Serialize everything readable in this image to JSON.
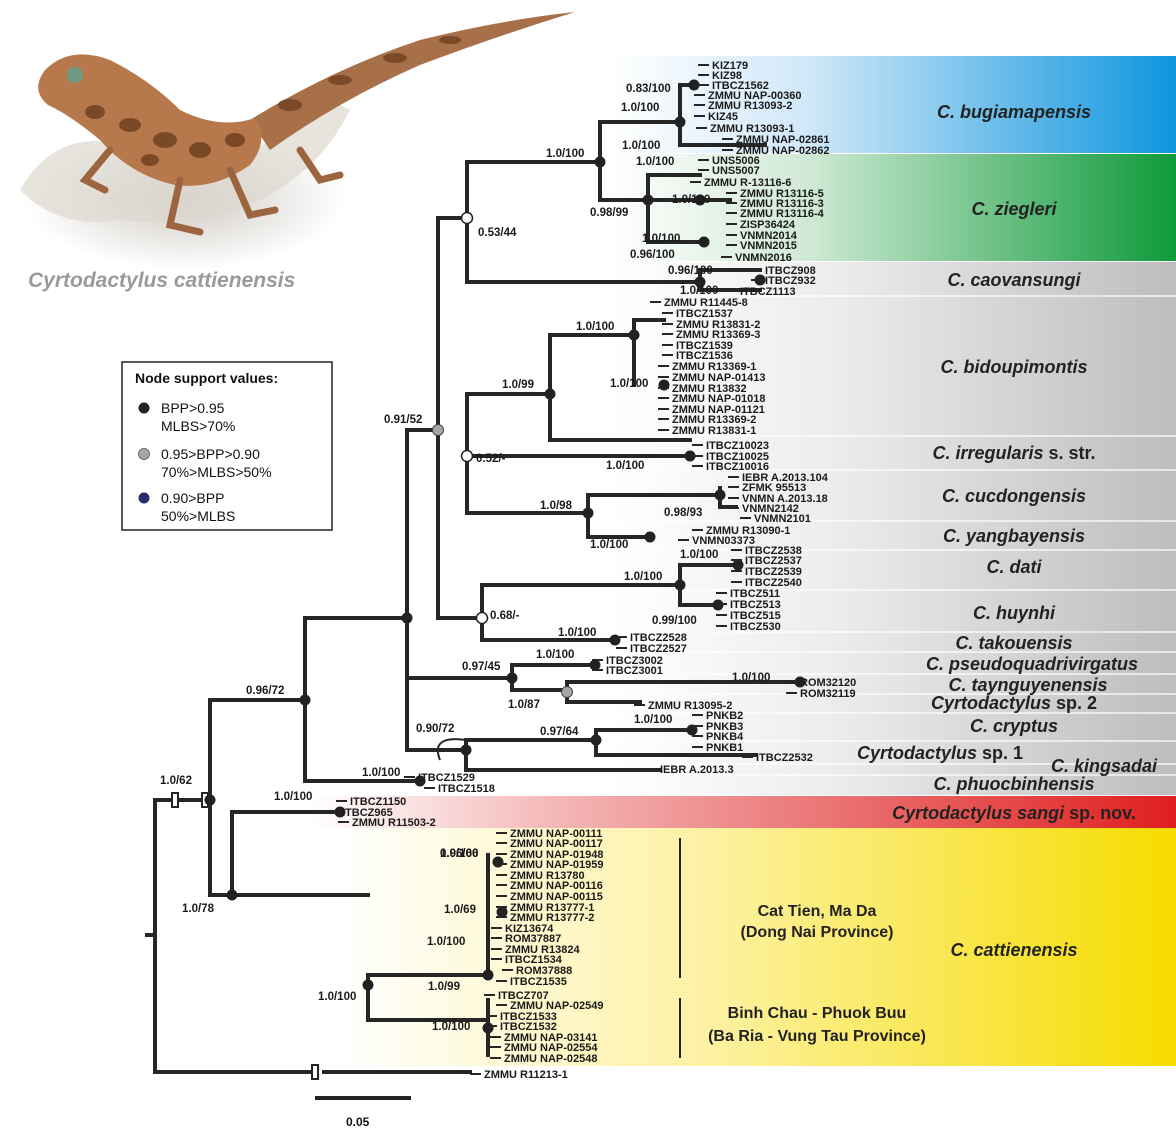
{
  "photo": {
    "caption": "Cyrtodactylus cattienensis"
  },
  "legend": {
    "title": "Node support values:",
    "items": [
      {
        "line1": "BPP>0.95",
        "line2": "MLBS>70%",
        "color": "#222222"
      },
      {
        "line1": "0.95>BPP>0.90",
        "line2": "70%>MLBS>50%",
        "color": "#a6a6a6"
      },
      {
        "line1": "0.90>BPP",
        "line2": "50%>MLBS",
        "color": "#2a2a6e"
      }
    ]
  },
  "scale_bar": {
    "label": "0.05"
  },
  "clades": [
    {
      "name": "C. bugiamapensis",
      "color": "#1a9be0"
    },
    {
      "name": "C. ziegleri",
      "color": "#1e9a3c"
    },
    {
      "name": "C. caovansungi",
      "color": "#c0c0c0"
    },
    {
      "name": "C. bidoupimontis",
      "color": "#b3b3b3"
    },
    {
      "name": "C. irregularis",
      "suffix": " s. str.",
      "color": "#c0c0c0"
    },
    {
      "name": "C. cucdongensis",
      "color": "#c0c0c0"
    },
    {
      "name": "C. yangbayensis",
      "color": "#c0c0c0"
    },
    {
      "name": "C. dati",
      "color": "#c0c0c0"
    },
    {
      "name": "C. huynhi",
      "color": "#c0c0c0"
    },
    {
      "name": "C. takouensis",
      "color": "#c0c0c0"
    },
    {
      "name": "C. pseudoquadrivirgatus",
      "color": "#c0c0c0"
    },
    {
      "name": "C. taynguyenensis",
      "color": "#c0c0c0"
    },
    {
      "name": "Cyrtodactylus",
      "suffix": " sp. 2",
      "color": "#c0c0c0"
    },
    {
      "name": "C. cryptus",
      "color": "#c0c0c0"
    },
    {
      "name": "Cyrtodactylus",
      "suffix": " sp. 1",
      "color": "#c0c0c0"
    },
    {
      "name": "C. kingsadai",
      "color": "#c0c0c0"
    },
    {
      "name": "C. phuocbinhensis",
      "color": "#c0c0c0"
    },
    {
      "name": "Cyrtodactylus sangi",
      "suffix": " sp. nov.",
      "color": "#e02a2a"
    },
    {
      "name": "C. cattienensis",
      "color": "#f5de00"
    }
  ],
  "localities": [
    {
      "line1": "Cat Tien, Ma Da",
      "line2": "(Dong Nai Province)"
    },
    {
      "line1": "Binh Chau - Phuok Buu",
      "line2": "(Ba Ria - Vung Tau Province)"
    }
  ],
  "support_values": [
    "0.83/100",
    "1.0/100",
    "1.0/100",
    "1.0/100",
    "1.0/100",
    "0.98/99",
    "1.0/100",
    "0.96/100",
    "0.53/44",
    "0.96/100",
    "1.0/100",
    "1.0/100",
    "1.0/100",
    "1.0/99",
    "0.52/-",
    "1.0/100",
    "0.91/52",
    "1.0/100",
    "1.0/98",
    "0.98/93",
    "1.0/100",
    "1.0/100",
    "1.0/100",
    "0.68/-",
    "0.99/100",
    "1.0/100",
    "0.97/45",
    "1.0/100",
    "1.0/87",
    "1.0/100",
    "0.90/72",
    "0.97/64",
    "1.0/100",
    "1.0/100",
    "0.96/72",
    "1.0/62",
    "1.0/100",
    "1.0/100",
    "0.96/66",
    "1.0/69",
    "1.0/100",
    "1.0/78",
    "1.0/100",
    "1.0/99",
    "1.0/100"
  ],
  "tips": {
    "bugiamapensis": [
      "KIZ179",
      "KIZ98",
      "ITBCZ1562",
      "ZMMU NAP-00360",
      "ZMMU R13093-2",
      "KIZ45",
      "ZMMU R13093-1",
      "ZMMU NAP-02861",
      "ZMMU NAP-02862"
    ],
    "ziegleri": [
      "UNS5006",
      "UNS5007",
      "ZMMU R-13116-6",
      "ZMMU R13116-5",
      "ZMMU R13116-3",
      "ZMMU R13116-4",
      "ZISP36424",
      "VNMN2014",
      "VNMN2015",
      "VNMN2016"
    ],
    "caovansungi": [
      "ITBCZ908",
      "ITBCZ932",
      "ITBCZ1113"
    ],
    "bidoupimontis": [
      "ZMMU R11445-8",
      "ITBCZ1537",
      "ZMMU R13831-2",
      "ZMMU R13369-3",
      "ITBCZ1539",
      "ITBCZ1536",
      "ZMMU R13369-1",
      "ZMMU NAP-01413",
      "ZMMU R13832",
      "ZMMU NAP-01018",
      "ZMMU NAP-01121",
      "ZMMU R13369-2",
      "ZMMU R13831-1"
    ],
    "irregularis": [
      "ITBCZ10023",
      "ITBCZ10025",
      "ITBCZ10016"
    ],
    "cucdongensis": [
      "IEBR A.2013.104",
      "ZFMK 95513",
      "VNMN A.2013.18",
      "VNMN2142",
      "VNMN2101"
    ],
    "yangbayensis": [
      "ZMMU R13090-1",
      "VNMN03373"
    ],
    "dati": [
      "ITBCZ2538",
      "ITBCZ2537",
      "ITBCZ2539",
      "ITBCZ2540"
    ],
    "huynhi": [
      "ITBCZ511",
      "ITBCZ513",
      "ITBCZ515",
      "ITBCZ530"
    ],
    "takouensis": [
      "ITBCZ2528",
      "ITBCZ2527"
    ],
    "pseudoquadrivirgatus": [
      "ITBCZ3002",
      "ITBCZ3001"
    ],
    "taynguyenensis": [
      "ROM32120",
      "ROM32119"
    ],
    "sp2": [
      "ZMMU R13095-2"
    ],
    "cryptus": [
      "PNKB2",
      "PNKB3",
      "PNKB4",
      "PNKB1"
    ],
    "sp1": [
      "ITBCZ2532"
    ],
    "kingsadai": [
      "IEBR A.2013.3"
    ],
    "phuocbinhensis": [
      "ITBCZ1529",
      "ITBCZ1518"
    ],
    "sangi": [
      "ITBCZ1150",
      "ITBCZ965",
      "ZMMU R11503-2"
    ],
    "cattienensis_a": [
      "ZMMU NAP-00111",
      "ZMMU NAP-00117",
      "ZMMU NAP-01948",
      "ZMMU NAP-01959",
      "ZMMU R13780",
      "ZMMU NAP-00116",
      "ZMMU NAP-00115",
      "ZMMU R13777-1",
      "ZMMU R13777-2",
      "KIZ13674",
      "ROM37887",
      "ZMMU R13824",
      "ITBCZ1534",
      "ROM37888",
      "ITBCZ1535"
    ],
    "cattienensis_b": [
      "ITBCZ707",
      "ZMMU NAP-02549",
      "ITBCZ1533",
      "ITBCZ1532",
      "ZMMU NAP-03141",
      "ZMMU NAP-02554",
      "ZMMU NAP-02548"
    ],
    "outgroup": [
      "ZMMU R11213-1"
    ]
  }
}
